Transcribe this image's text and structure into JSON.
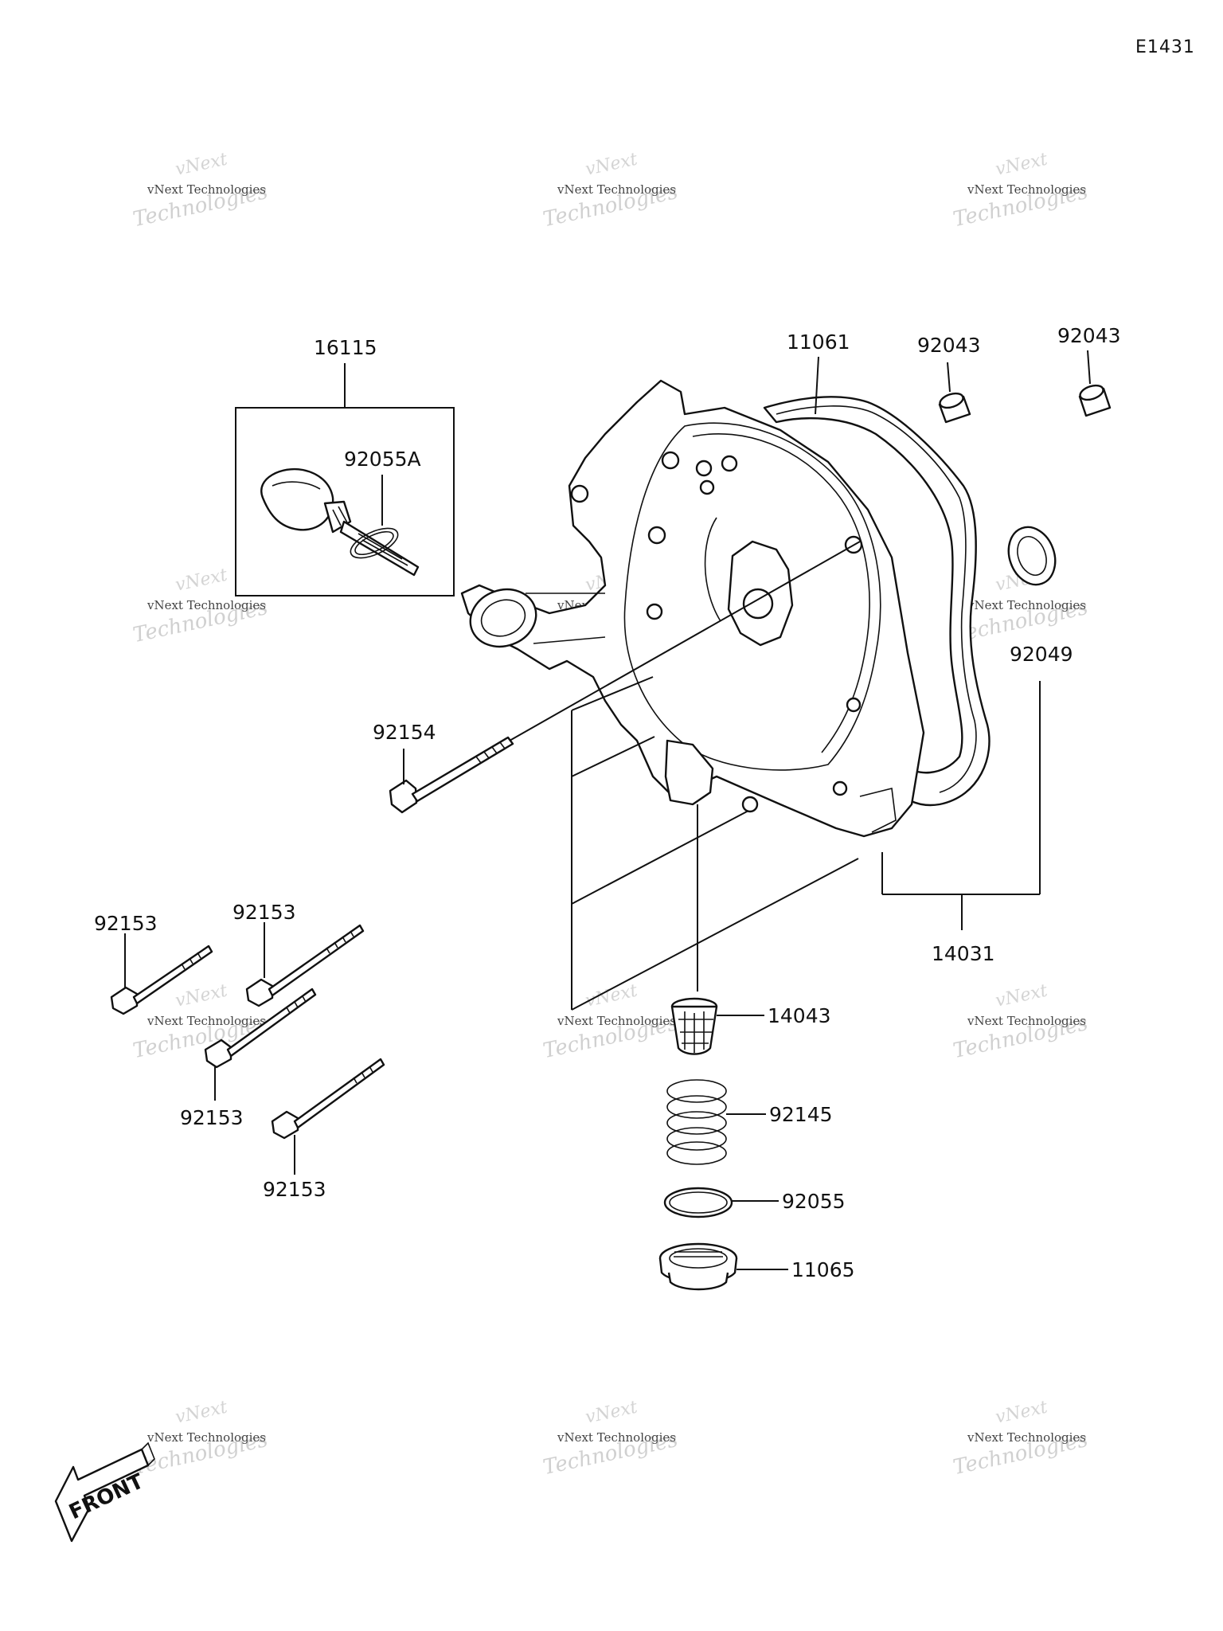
{
  "diagram_code": "E1431",
  "watermark": {
    "line1": "vNext Technologies",
    "line2": "Technologies",
    "line3": "vNext"
  },
  "front_label": "FRONT",
  "parts": {
    "p16115": "16115",
    "p92055A": "92055A",
    "p11061": "11061",
    "p92043a": "92043",
    "p92043b": "92043",
    "p92049": "92049",
    "p92154": "92154",
    "p14031": "14031",
    "p92153a": "92153",
    "p92153b": "92153",
    "p92153c": "92153",
    "p92153d": "92153",
    "p14043": "14043",
    "p92145": "92145",
    "p92055": "92055",
    "p11065": "11065"
  }
}
